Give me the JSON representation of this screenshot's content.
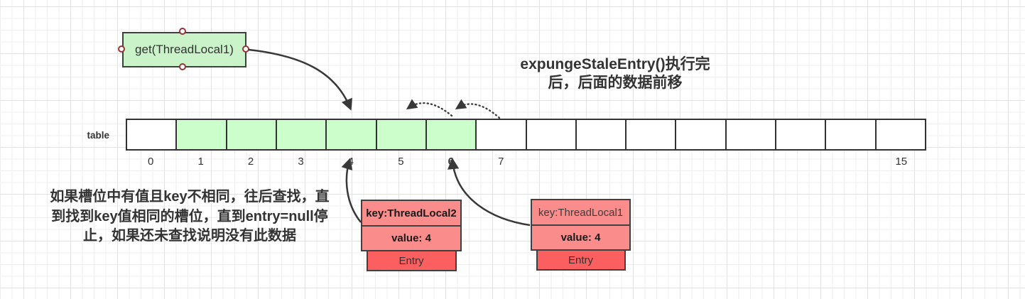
{
  "get_box": {
    "label": "get(ThreadLocal1)"
  },
  "title": {
    "lines": [
      "expungeStaleEntry()执行完",
      "后，后面的数据前移"
    ]
  },
  "note": {
    "lines": [
      "如果槽位中有值且key不相同，往后查找，直",
      "到找到key值相同的槽位，直到entry=null停",
      "止，如果还未查找说明没有此数据"
    ]
  },
  "table": {
    "label": "table",
    "cell_count": 16,
    "green_cells": [
      1,
      2,
      3,
      4,
      5,
      6
    ],
    "index_labels": [
      {
        "index": 0,
        "text": "0",
        "bold": false
      },
      {
        "index": 1,
        "text": "1",
        "bold": false
      },
      {
        "index": 2,
        "text": "2",
        "bold": false
      },
      {
        "index": 3,
        "text": "3",
        "bold": false
      },
      {
        "index": 4,
        "text": "4",
        "bold": false
      },
      {
        "index": 5,
        "text": "5",
        "bold": false
      },
      {
        "index": 6,
        "text": "6",
        "bold": true
      },
      {
        "index": 7,
        "text": "7",
        "bold": false
      },
      {
        "index": 15,
        "text": "15",
        "bold": false
      }
    ]
  },
  "entries": [
    {
      "key": "key:ThreadLocal2",
      "value": "value: 4",
      "tag": "Entry",
      "key_bold": true
    },
    {
      "key": "key:ThreadLocal1",
      "value": "value: 4",
      "tag": "Entry",
      "key_bold": false
    }
  ],
  "colors": {
    "cell_green": "#ccfecc",
    "box_green": "#caf3ca",
    "entry_pink": "#fa8c8c",
    "entry_red": "#fb5f5f",
    "handle_ring": "#943636",
    "stroke_dark": "#383838"
  }
}
